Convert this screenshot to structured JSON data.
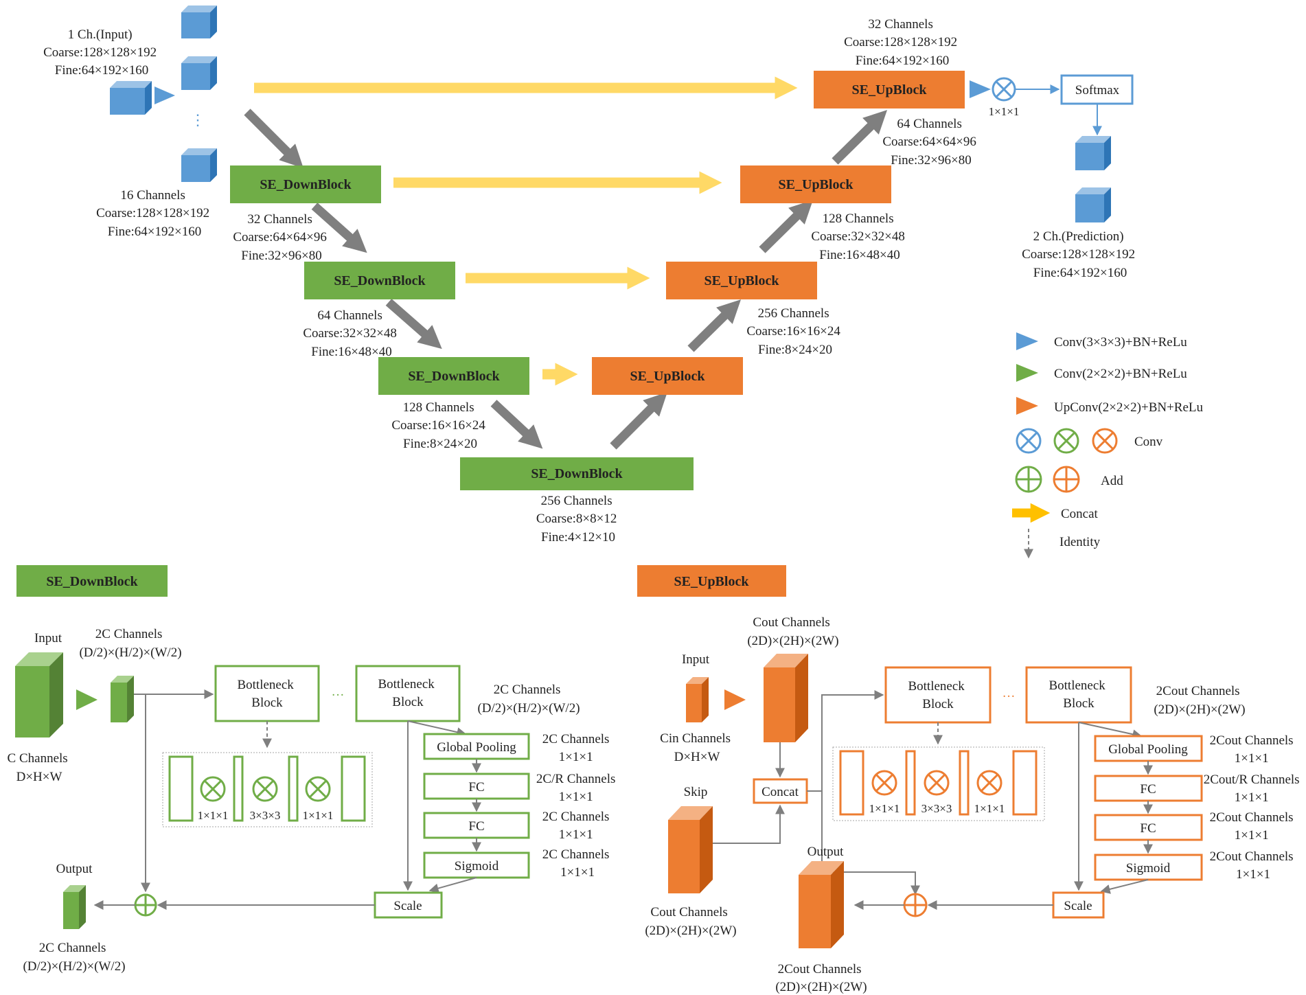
{
  "colors": {
    "green": "#70ad47",
    "orange": "#ed7d31",
    "blue": "#5b9bd5",
    "yellow": "#ffd966",
    "gray": "#7f7f7f"
  },
  "blocks": {
    "down": "SE_DownBlock",
    "up": "SE_UpBlock",
    "softmax": "Softmax"
  },
  "encoder": {
    "input": {
      "name": "1 Ch.(Input)",
      "coarse": "Coarse:128×128×192",
      "fine": "Fine:64×192×160"
    },
    "level0": {
      "name": "16 Channels",
      "coarse": "Coarse:128×128×192",
      "fine": "Fine:64×192×160"
    },
    "level1": {
      "name": "32 Channels",
      "coarse": "Coarse:64×64×96",
      "fine": "Fine:32×96×80"
    },
    "level2": {
      "name": "64 Channels",
      "coarse": "Coarse:32×32×48",
      "fine": "Fine:16×48×40"
    },
    "level3": {
      "name": "128 Channels",
      "coarse": "Coarse:16×16×24",
      "fine": "Fine:8×24×20"
    },
    "level4": {
      "name": "256 Channels",
      "coarse": "Coarse:8×8×12",
      "fine": "Fine:4×12×10"
    },
    "dots": "⋮"
  },
  "decoder": {
    "level3": {
      "name": "256 Channels",
      "coarse": "Coarse:16×16×24",
      "fine": "Fine:8×24×20"
    },
    "level2": {
      "name": "128 Channels",
      "coarse": "Coarse:32×32×48",
      "fine": "Fine:16×48×40"
    },
    "level1": {
      "name": "64 Channels",
      "coarse": "Coarse:64×64×96",
      "fine": "Fine:32×96×80"
    },
    "level0": {
      "name": "32 Channels",
      "coarse": "Coarse:128×128×192",
      "fine": "Fine:64×192×160"
    },
    "conv_label": "1×1×1",
    "output": {
      "name": "2 Ch.(Prediction)",
      "coarse": "Coarse:128×128×192",
      "fine": "Fine:64×192×160"
    }
  },
  "legend": {
    "conv3": "Conv(3×3×3)+BN+ReLu",
    "conv2": "Conv(2×2×2)+BN+ReLu",
    "upconv": "UpConv(2×2×2)+BN+ReLu",
    "conv": "Conv",
    "add": "Add",
    "concat": "Concat",
    "identity": "Identity"
  },
  "down_detail": {
    "title": "SE_DownBlock",
    "input_label": "Input",
    "in_channels": "C Channels",
    "in_dims": "D×H×W",
    "mid_channels": "2C Channels",
    "mid_dims": "(D/2)×(H/2)×(W/2)",
    "bottleneck": [
      "Bottleneck",
      "Block"
    ],
    "ellipsis": "···",
    "bn_out_channels": "2C Channels",
    "bn_out_dims": "(D/2)×(H/2)×(W/2)",
    "conv_labels": [
      "1×1×1",
      "3×3×3",
      "1×1×1"
    ],
    "se": {
      "global_pooling": "Global Pooling",
      "fc": "FC",
      "sigmoid": "Sigmoid",
      "scale": "Scale"
    },
    "se_labels": [
      {
        "ch": "2C Channels",
        "dim": "1×1×1"
      },
      {
        "ch": "2C/R Channels",
        "dim": "1×1×1"
      },
      {
        "ch": "2C Channels",
        "dim": "1×1×1"
      },
      {
        "ch": "2C Channels",
        "dim": "1×1×1"
      }
    ],
    "output_label": "Output",
    "out_channels": "2C Channels",
    "out_dims": "(D/2)×(H/2)×(W/2)"
  },
  "up_detail": {
    "title": "SE_UpBlock",
    "input_label": "Input",
    "in_channels": "Cin Channels",
    "in_dims": "D×H×W",
    "up_channels": "Cout Channels",
    "up_dims": "(2D)×(2H)×(2W)",
    "concat": "Concat",
    "skip_label": "Skip",
    "skip_channels": "Cout Channels",
    "skip_dims": "(2D)×(2H)×(2W)",
    "bottleneck": [
      "Bottleneck",
      "Block"
    ],
    "ellipsis": "···",
    "bn_out_channels": "2Cout Channels",
    "bn_out_dims": "(2D)×(2H)×(2W)",
    "conv_labels": [
      "1×1×1",
      "3×3×3",
      "1×1×1"
    ],
    "se": {
      "global_pooling": "Global Pooling",
      "fc": "FC",
      "sigmoid": "Sigmoid",
      "scale": "Scale"
    },
    "se_labels": [
      {
        "ch": "2Cout Channels",
        "dim": "1×1×1"
      },
      {
        "ch": "2Cout/R Channels",
        "dim": "1×1×1"
      },
      {
        "ch": "2Cout Channels",
        "dim": "1×1×1"
      },
      {
        "ch": "2Cout Channels",
        "dim": "1×1×1"
      }
    ],
    "output_label": "Output",
    "out_channels": "2Cout Channels",
    "out_dims": "(2D)×(2H)×(2W)"
  }
}
